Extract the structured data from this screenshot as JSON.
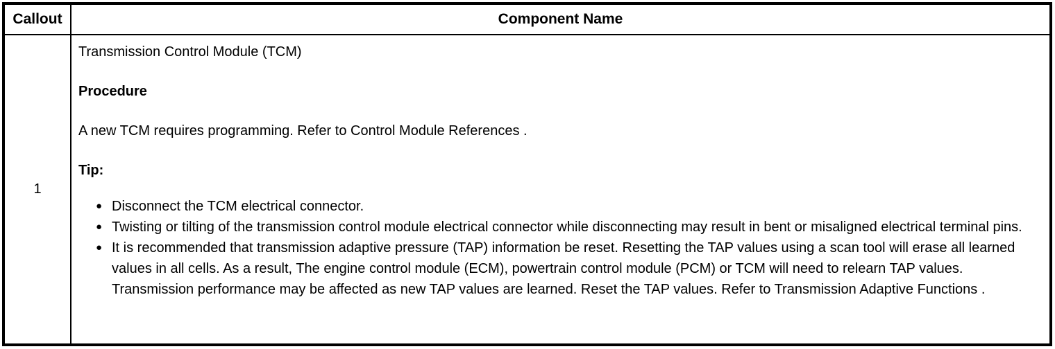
{
  "table": {
    "headers": {
      "callout": "Callout",
      "component_name": "Component Name"
    },
    "row": {
      "callout": "1",
      "component": {
        "title": "Transmission Control Module (TCM)",
        "procedure_heading": "Procedure",
        "procedure_text": "A new TCM requires programming. Refer to Control Module References .",
        "tip_heading": "Tip:",
        "tips": [
          "Disconnect the TCM electrical connector.",
          "Twisting or tilting of the transmission control module electrical connector while disconnecting may result in bent or misaligned electrical terminal pins.",
          "It is recommended that transmission adaptive pressure (TAP) information be reset. Resetting the TAP values using a scan tool will erase all learned values in all cells. As a result, The engine control module (ECM), powertrain control module (PCM) or TCM will need to relearn TAP values. Transmission performance may be affected as new TAP values are learned. Reset the TAP values. Refer to Transmission Adaptive Functions ."
        ]
      }
    },
    "bullet_glyph": "●"
  }
}
